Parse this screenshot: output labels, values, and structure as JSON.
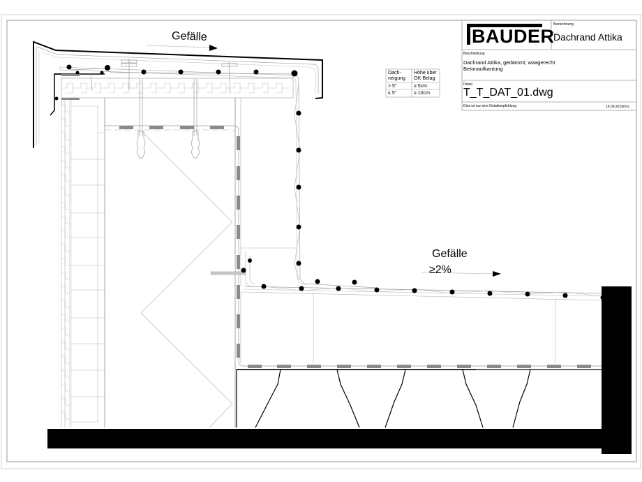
{
  "title_block": {
    "brand": "BAUDER",
    "designation_label": "Bezeichnung",
    "designation": "Dachrand Attika",
    "description_label": "Beschreibung",
    "description_line1": "Dachrand Attika, gedämmt, waagerecht",
    "description_line2": "Betonaufkantung",
    "detail_label": "Detail",
    "detail_file": "T_T_DAT_01.dwg",
    "disclaimer": "Dies ist nur eine Detailempfehlung",
    "date_author": "19.09.2019/Vrs"
  },
  "height_table": {
    "headers": [
      "Dach-\nneigung",
      "Höhe über\nOK-Belag"
    ],
    "header_col1_line1": "Dach-",
    "header_col1_line2": "neigung",
    "header_col2_line1": "Höhe über",
    "header_col2_line2": "OK-Belag",
    "rows": [
      {
        "slope": "> 5°",
        "height": "≥ 5cm"
      },
      {
        "slope": "≤ 5°",
        "height": "≥ 10cm"
      }
    ]
  },
  "annotations": {
    "slope_top": "Gefälle",
    "slope_roof": "Gefälle",
    "slope_roof_value": "≥2%"
  },
  "colors": {
    "line": "#000000",
    "thin_line": "#9a9a9a",
    "hatch": "#8a8a8a",
    "frame": "#b5b5b5",
    "background": "#ffffff"
  }
}
